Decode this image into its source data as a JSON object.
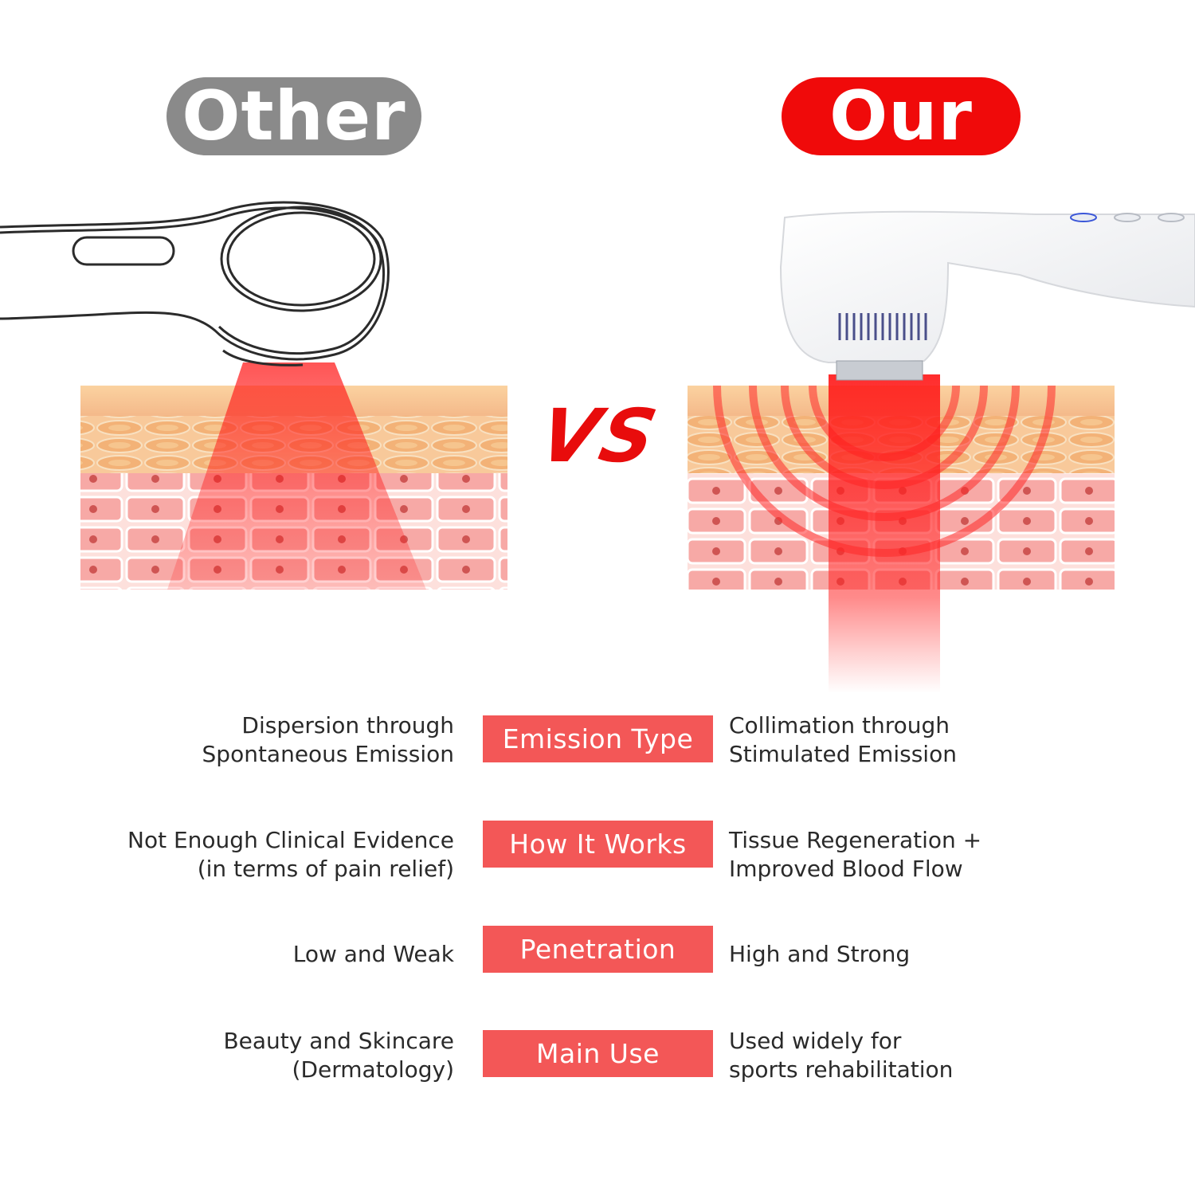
{
  "header": {
    "other_label": "Other",
    "our_label": "Our",
    "vs_label": "VS"
  },
  "colors": {
    "other_pill": "#8a8a8a",
    "our_pill": "#f00a0a",
    "label_box": "#f35757",
    "vs": "#e80c0c"
  },
  "comparison": {
    "rows": [
      {
        "label": "Emission Type",
        "other_lines": [
          "Dispersion through",
          "Spontaneous Emission"
        ],
        "our_lines": [
          "Collimation through",
          "Stimulated Emission"
        ]
      },
      {
        "label": "How It Works",
        "other_lines": [
          "Not Enough Clinical Evidence",
          "(in terms of pain relief)"
        ],
        "our_lines": [
          "Tissue Regeneration +",
          "Improved Blood Flow"
        ]
      },
      {
        "label": "Penetration",
        "other_lines": [
          "Low and Weak"
        ],
        "our_lines": [
          "High and Strong"
        ]
      },
      {
        "label": "Main Use",
        "other_lines": [
          "Beauty and Skincare",
          "(Dermatology)"
        ],
        "our_lines": [
          "Used widely for",
          "sports rehabilitation"
        ]
      }
    ]
  }
}
